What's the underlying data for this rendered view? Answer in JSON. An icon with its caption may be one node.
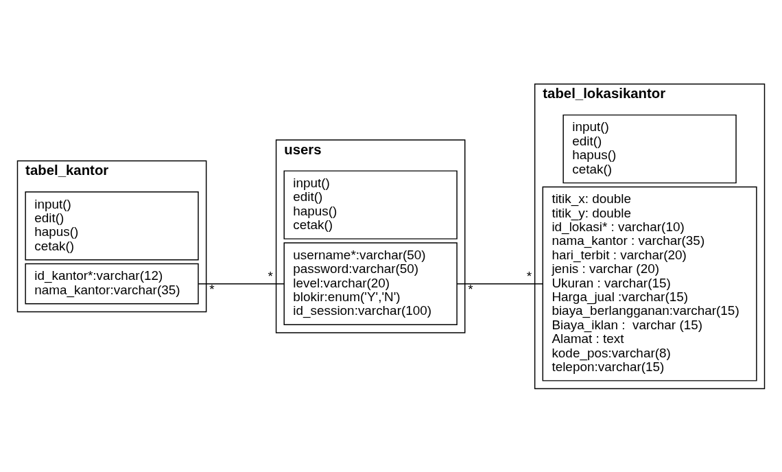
{
  "diagram": {
    "nodes": [
      {
        "text": [
          "tabel_kantor"
        ]
      },
      {
        "text": [
          "id_kantor*:varchar(12)",
          "nama_kantor:varchar(35)"
        ],
        "in": 0
      },
      {
        "text": [
          "input()",
          "edit()",
          "hapus()",
          "cetak()"
        ],
        "in": 0
      },
      {
        "text": [
          "users"
        ]
      },
      {
        "text": [
          "username*:varchar(50)",
          "password:varchar(50)",
          "level:varchar(20)",
          "blokir:enum('Y','N')",
          "id_session:varchar(100)"
        ],
        "in": 3
      },
      {
        "text": [
          "input()",
          "edit()",
          "hapus()",
          "cetak()"
        ],
        "in": 3
      },
      {
        "text": [
          "tabel_lokasikantor"
        ]
      },
      {
        "text": [
          "titik_x: double",
          "titik_y: double",
          "id_lokasi* : varchar(10)",
          "nama_kantor : varchar(35)",
          "hari_terbit : varchar(20)",
          "jenis : varchar (20)",
          "Ukuran : varchar(15)",
          "Harga_jual :varchar(15)",
          "biaya_berlangganan:varchar(15)",
          "Biaya_iklan :  varchar (15)",
          "Alamat : text",
          "kode_pos:varchar(8)",
          "telepon:varchar(15)"
        ],
        "in": 6
      },
      {
        "text": [
          "input()",
          "edit()",
          "hapus()",
          "cetak()"
        ],
        "in": 6
      }
    ],
    "edges": [
      {
        "from": 1,
        "to": 4,
        "arrow": "none"
      },
      {
        "from": 4,
        "to": 7,
        "arrow": "none"
      }
    ],
    "labels": [
      "*",
      "*",
      "*",
      "*"
    ]
  }
}
